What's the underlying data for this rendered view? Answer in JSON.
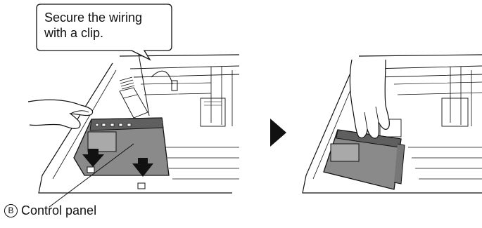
{
  "callout": {
    "line1": "Secure the wiring",
    "line2": "with a clip."
  },
  "label": {
    "letter": "B",
    "text": "Control panel"
  },
  "colors": {
    "ink": "#111111",
    "panel": "#8a8a8a",
    "panel_dark": "#5f5f5f",
    "arrow": "#111111"
  },
  "icons": {
    "step_arrow": "right-triangle",
    "push_arrow": "down-arrow"
  }
}
